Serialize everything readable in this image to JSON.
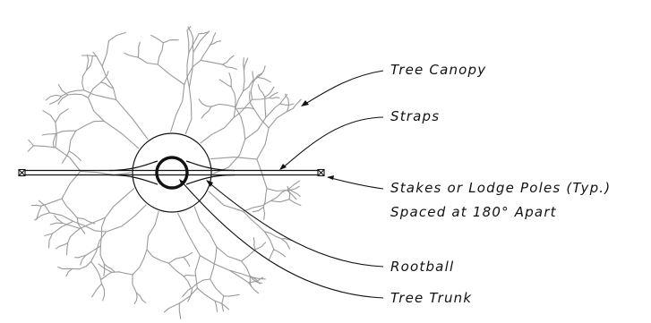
{
  "colors": {
    "canopy": "#9a9a9a",
    "linework": "#111111",
    "background": "#ffffff"
  },
  "labels": {
    "tree_canopy": "Tree Canopy",
    "straps": "Straps",
    "stakes_line1": "Stakes or Lodge Poles (Typ.)",
    "stakes_line2": "Spaced at 180° Apart",
    "rootball": "Rootball",
    "tree_trunk": "Tree Trunk"
  }
}
